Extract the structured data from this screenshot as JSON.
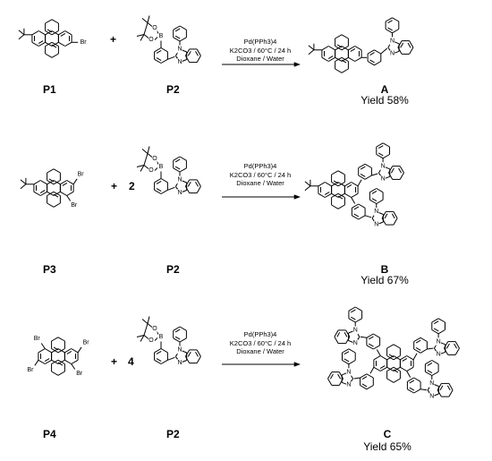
{
  "reactions": [
    {
      "reactant1": "P1",
      "reactant2": "P2",
      "plus": "+",
      "coefficient": "",
      "conditions": [
        "Pd(PPh3)4",
        "K2CO3 / 60°C / 24 h",
        "Dioxane / Water"
      ],
      "product": "A",
      "yield": "Yield 58%"
    },
    {
      "reactant1": "P3",
      "reactant2": "P2",
      "plus": "+",
      "coefficient": "2",
      "conditions": [
        "Pd(PPh3)4",
        "K2CO3 / 60°C / 24 h",
        "Dioxane / Water"
      ],
      "product": "B",
      "yield": "Yield 67%"
    },
    {
      "reactant1": "P4",
      "reactant2": "P2",
      "plus": "+",
      "coefficient": "4",
      "conditions": [
        "Pd(PPh3)4",
        "K2CO3 / 60°C / 24 h",
        "Dioxane / Water"
      ],
      "product": "C",
      "yield": "Yield 65%"
    }
  ],
  "atoms": {
    "bromine": "Br",
    "boron": "B",
    "oxygen": "O",
    "nitrogen": "N"
  }
}
